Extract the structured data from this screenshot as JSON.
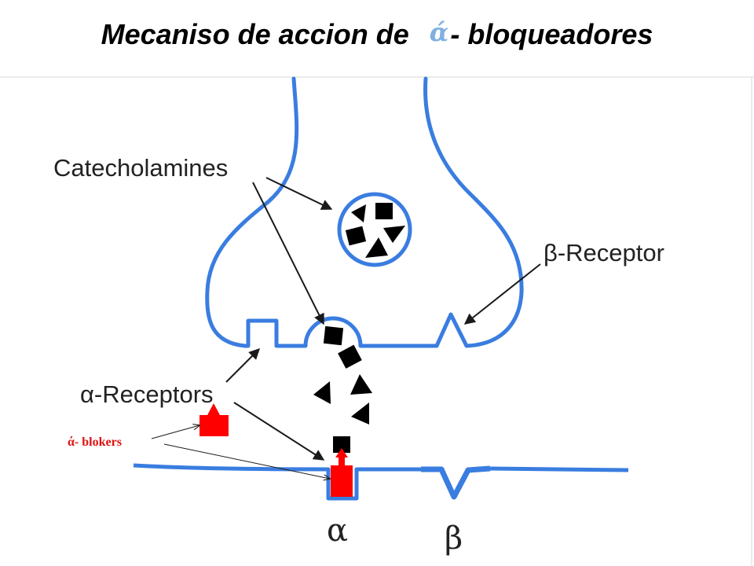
{
  "title": {
    "before": "Mecaniso de accion de",
    "alpha": "ά",
    "after": "- bloqueadores"
  },
  "labels": {
    "catecholamines": "Catecholamines",
    "beta_receptor": "β-Receptor",
    "alpha_receptors": "α-Receptors",
    "alpha_blockers": "ά- blokers",
    "alpha_symbol": "α",
    "beta_symbol": "β"
  },
  "colors": {
    "membrane": "#3a7de0",
    "blocker": "#ff0000",
    "arrow": "#1a1a1a",
    "catecholamine": "#000000"
  }
}
